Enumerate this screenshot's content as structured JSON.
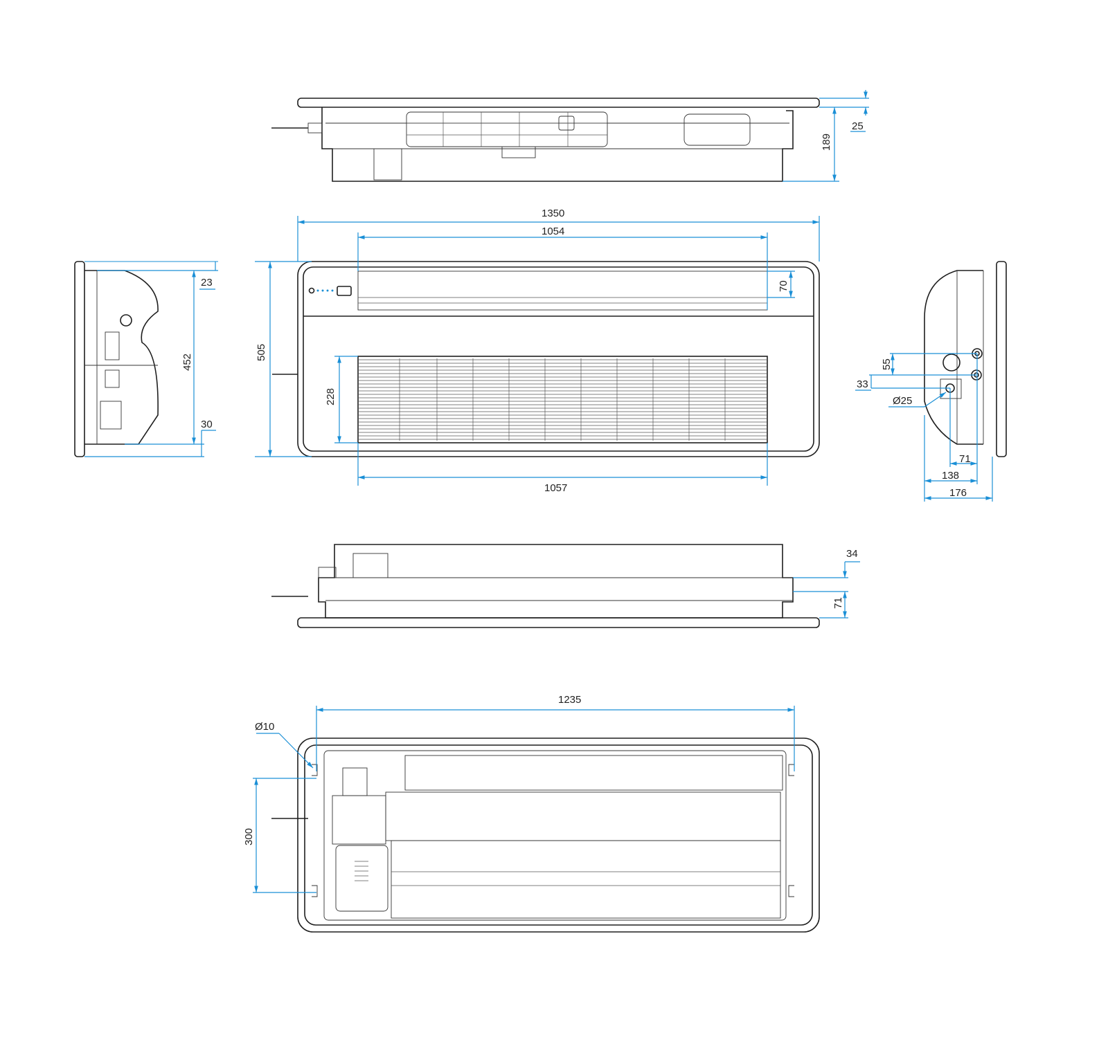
{
  "title": "Unit dimension drawing",
  "colors": {
    "dimension": "#1a8fd6",
    "outline": "#1e1e1e"
  },
  "views": {
    "top_elevation": {
      "dims": {
        "panel": "25",
        "height": "189"
      }
    },
    "front": {
      "dims": {
        "overall_width": "1350",
        "top_vent_width": "1054",
        "top_vent_height": "70",
        "overall_height": "505",
        "grille_height": "228",
        "grille_width": "1057"
      }
    },
    "left_side": {
      "dims": {
        "top": "23",
        "inner_height": "452",
        "bottom": "30"
      }
    },
    "right_side": {
      "dims": {
        "pipe_spacing": "55",
        "drain_offset": "33",
        "drain_diameter": "Ø25",
        "pipe_depth": "71",
        "drain_depth": "138",
        "overall_depth": "176"
      }
    },
    "bottom_elevation": {
      "dims": {
        "panel": "34",
        "height": "71"
      }
    },
    "plan": {
      "dims": {
        "hole_spacing_width": "1235",
        "hole_diameter": "Ø10",
        "hole_spacing_height": "300"
      }
    }
  }
}
